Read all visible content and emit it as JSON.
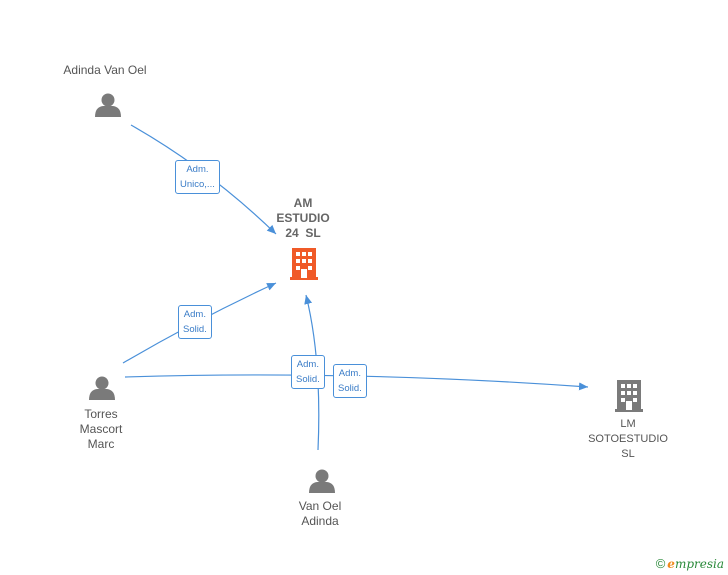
{
  "colors": {
    "edge": "#4a90d9",
    "person": "#7a7a7a",
    "company_main": "#f05a28",
    "company": "#7a7a7a"
  },
  "nodes": {
    "adinda_van_oel": {
      "lines": [
        "Adinda Van Oel"
      ],
      "icon": "person-icon"
    },
    "am_estudio": {
      "lines": [
        "AM",
        "ESTUDIO",
        "24  SL"
      ],
      "icon": "building-icon"
    },
    "torres_mascort": {
      "lines": [
        "Torres",
        "Mascort",
        "Marc"
      ],
      "icon": "person-icon"
    },
    "van_oel_adinda": {
      "lines": [
        "Van Oel",
        "Adinda"
      ],
      "icon": "person-icon"
    },
    "lm_sotoestudio": {
      "lines": [
        "LM",
        "SOTOESTUDIO",
        "SL"
      ],
      "icon": "building-icon"
    }
  },
  "edges": [
    {
      "from": "adinda_van_oel",
      "to": "am_estudio",
      "label": [
        "Adm.",
        "Unico,..."
      ]
    },
    {
      "from": "torres_mascort",
      "to": "am_estudio",
      "label": [
        "Adm.",
        "Solid."
      ]
    },
    {
      "from": "van_oel_adinda",
      "to": "am_estudio",
      "label": [
        "Adm.",
        "Solid."
      ]
    },
    {
      "from": "torres_mascort",
      "to": "lm_sotoestudio",
      "label": [
        "Adm.",
        "Solid."
      ]
    }
  ],
  "brand": {
    "copyright": "©",
    "initial": "e",
    "rest": "mpresia"
  }
}
